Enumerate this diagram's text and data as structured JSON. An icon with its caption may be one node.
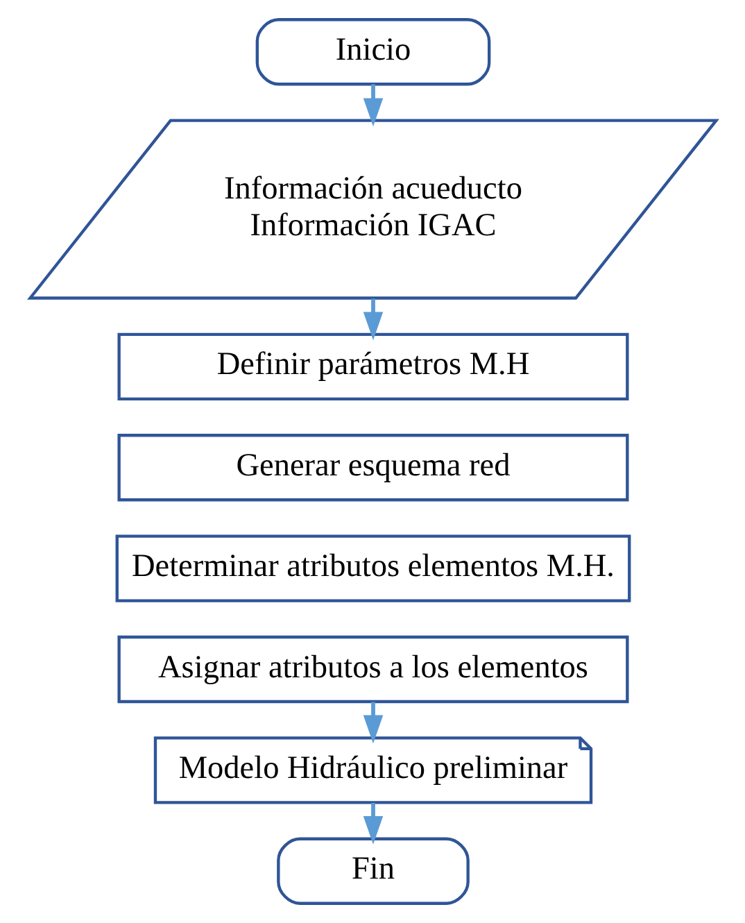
{
  "diagram": {
    "nodes": [
      {
        "text": [
          "Inicio"
        ]
      },
      {
        "text": [
          "Información acueducto",
          "Información IGAC"
        ]
      },
      {
        "text": [
          "Definir parámetros M.H"
        ]
      },
      {
        "text": [
          "Generar esquema red"
        ]
      },
      {
        "text": [
          "Determinar atributos elementos M.H."
        ]
      },
      {
        "text": [
          "Asignar atributos a los elementos"
        ]
      },
      {
        "text": [
          "Modelo Hidráulico preliminar"
        ]
      },
      {
        "text": [
          "Fin"
        ]
      }
    ],
    "edges": [
      {
        "from": 0,
        "to": 1,
        "arrow": "to"
      },
      {
        "from": 1,
        "to": 2,
        "arrow": "to"
      },
      {
        "from": 5,
        "to": 6,
        "arrow": "to"
      },
      {
        "from": 6,
        "to": 7,
        "arrow": "to"
      }
    ]
  }
}
